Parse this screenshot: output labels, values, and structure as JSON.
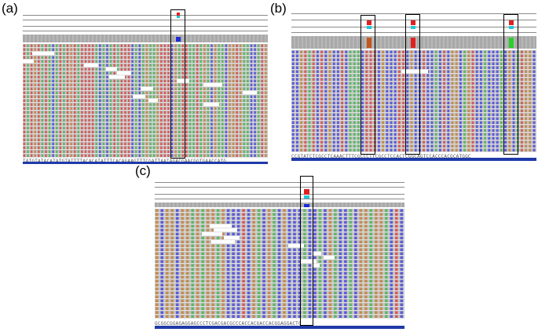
{
  "panels": [
    {
      "id": "a",
      "label": "(a)",
      "refseq": "TATGTATACATATGTATTTTACACATATTTCACAGAAGTTTCGATTAATAGACGAACGGTGAACCATG"
    },
    {
      "id": "b",
      "label": "(b)",
      "refseq": "CCGTATCTCGCCTCAAACTTTCGCCCTTCGCCTCCACTCGGCAGTCCACCCACGCATGGC"
    },
    {
      "id": "c",
      "label": "(c)",
      "refseq": "GCGGCGGAGAGGAGCCCTCGACGACGCCCACCACGACCACGGAGGACTC"
    }
  ],
  "colors": {
    "A": "#3cb34a",
    "C": "#3a3ae0",
    "G": "#c47a2c",
    "T": "#d93a3a",
    "read_bg": "#c4c4c4",
    "coverage": "#a9a9a9",
    "ref_bar": "#1f3aa8"
  }
}
